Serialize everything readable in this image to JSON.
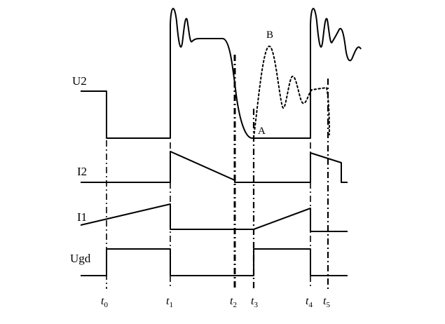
{
  "labels": {
    "u2": "U2",
    "i2": "I2",
    "i1": "I1",
    "ugd": "Ugd"
  },
  "annotations": {
    "a": "A",
    "b": "B"
  },
  "timeline": [
    {
      "base": "t",
      "sub": "0"
    },
    {
      "base": "t",
      "sub": "1"
    },
    {
      "base": "t",
      "sub": "2"
    },
    {
      "base": "t",
      "sub": "3"
    },
    {
      "base": "t",
      "sub": "4"
    },
    {
      "base": "t",
      "sub": "5"
    }
  ],
  "colors": {
    "line": "#000000",
    "background": "#ffffff"
  },
  "waveforms": [
    {
      "signal": "U2",
      "description": "High level before t0; drops to mid level t0-t1; at t1 rings up with damped oscillation then flat top until t2; falls steeply t2-t3 to level A; dotted damped oscillation (peak B) between t3 and t4; solid ringing again after t4 with dotted decay near t5."
    },
    {
      "signal": "I2",
      "description": "Zero until t1; steps up at t1 and ramps down linearly to zero at t2; zero until t4; steps up at t4 and ramps down to the right edge."
    },
    {
      "signal": "I1",
      "description": "Ramps up linearly from left edge to t1; drops to zero at t1; zero until t3; ramps up t3-t4; drops to zero at t4."
    },
    {
      "signal": "Ugd",
      "description": "Gate pulse: low before t0, high t0-t1, low t1-t3, high t3-t4, low after t4."
    }
  ]
}
